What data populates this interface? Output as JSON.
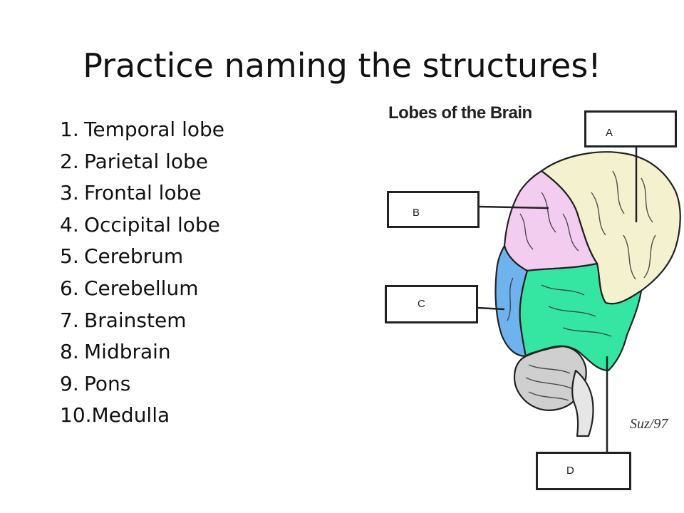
{
  "title": "Practice naming the structures!",
  "structures": [
    {
      "num": "1.",
      "name": "Temporal lobe"
    },
    {
      "num": "2.",
      "name": "Parietal lobe"
    },
    {
      "num": "3.",
      "name": "Frontal lobe"
    },
    {
      "num": "4.",
      "name": "Occipital lobe"
    },
    {
      "num": "5.",
      "name": "Cerebrum"
    },
    {
      "num": "6.",
      "name": "Cerebellum"
    },
    {
      "num": "7.",
      "name": "Brainstem"
    },
    {
      "num": "8.",
      "name": "Midbrain"
    },
    {
      "num": "9.",
      "name": "Pons"
    },
    {
      "num": "10.",
      "name": "Medulla"
    }
  ],
  "diagram": {
    "heading": "Lobes of the Brain",
    "signature": "Suz/97",
    "labels": {
      "a": "A",
      "b": "B",
      "c": "C",
      "d": "D"
    },
    "colors": {
      "frontal": "#f4f1cf",
      "parietal": "#f3cdef",
      "occipital": "#6fb3ee",
      "temporal": "#35e6a2",
      "cerebellum": "#cfcfcf",
      "outline": "#222222"
    }
  }
}
